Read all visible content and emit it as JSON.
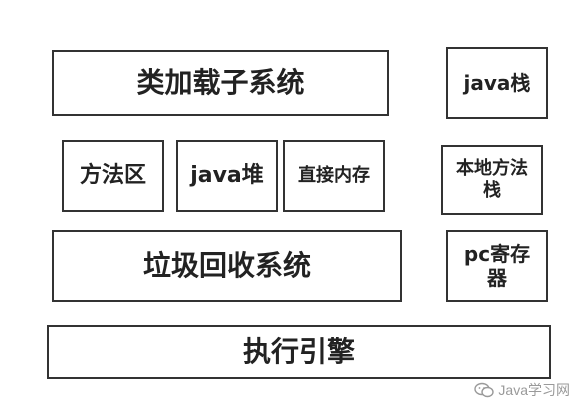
{
  "diagram": {
    "boxes": {
      "class_loader": "类加载子系统",
      "method_area": "方法区",
      "java_heap": "java堆",
      "direct_memory": "直接内存",
      "gc": "垃圾回收系统",
      "execution_engine": "执行引擎",
      "java_stack": "java栈",
      "native_stack_line1": "本地方法",
      "native_stack_line2": "栈",
      "pc_register_line1": "pc寄存",
      "pc_register_line2": "器"
    }
  },
  "watermark": {
    "text": "Java学习网",
    "icon": "wechat-icon"
  },
  "colors": {
    "border": "#333333",
    "text": "#222222",
    "watermark": "#9a9a9a"
  }
}
